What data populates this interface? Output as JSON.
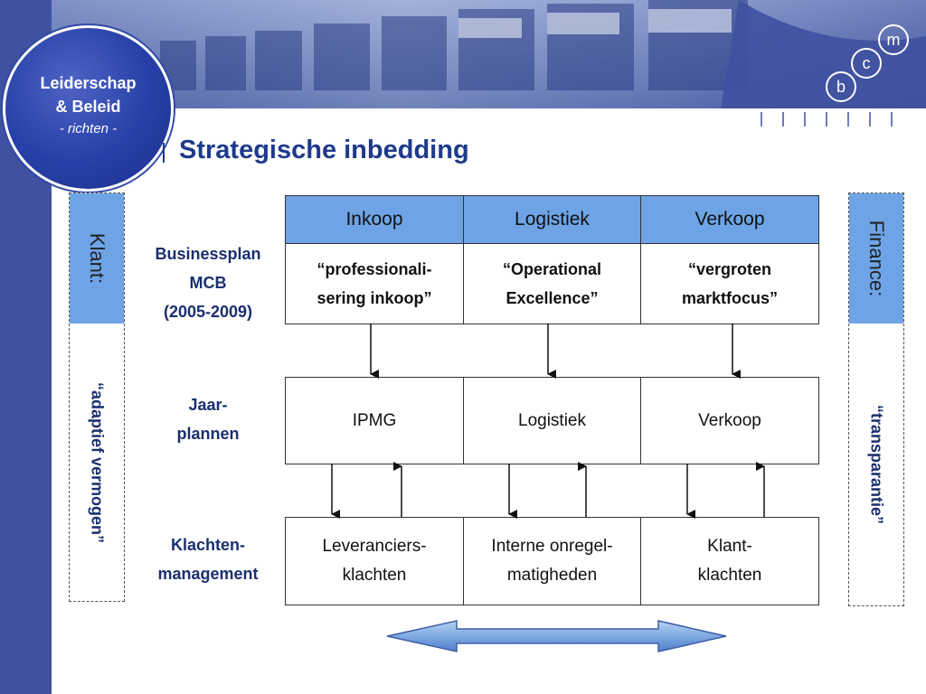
{
  "badge": {
    "line1": "Leiderschap",
    "line2": "& Beleid",
    "line3": "- richten -"
  },
  "page_title": "Strategische inbedding",
  "logo": {
    "letters": [
      "m",
      "c",
      "b"
    ]
  },
  "left_panel": {
    "header": "Klant:",
    "body": "“adaptief vermogen”"
  },
  "right_panel": {
    "header": "Finance:",
    "body": "“transparantie”"
  },
  "row_labels": {
    "businessplan": [
      "Businessplan",
      "MCB",
      "(2005-2009)"
    ],
    "jaarplannen": [
      "Jaar-",
      "plannen"
    ],
    "klachten": [
      "Klachten-",
      "management"
    ]
  },
  "top_table": {
    "headers": [
      "Inkoop",
      "Logistiek",
      "Verkoop"
    ],
    "quotes": [
      [
        "“professionali-",
        "sering inkoop”"
      ],
      [
        "“Operational",
        "Excellence”"
      ],
      [
        "“vergroten",
        "marktfocus”"
      ]
    ]
  },
  "mid_table": {
    "cells": [
      "IPMG",
      "Logistiek",
      "Verkoop"
    ]
  },
  "bottom_table": {
    "cells": [
      [
        "Leveranciers-",
        "klachten"
      ],
      [
        "Interne onregel-",
        "matigheden"
      ],
      [
        "Klant-",
        "klachten"
      ]
    ]
  },
  "colors": {
    "accent": "#6ea4e6",
    "brand": "#3f51a0",
    "title": "#1f3a8a"
  }
}
